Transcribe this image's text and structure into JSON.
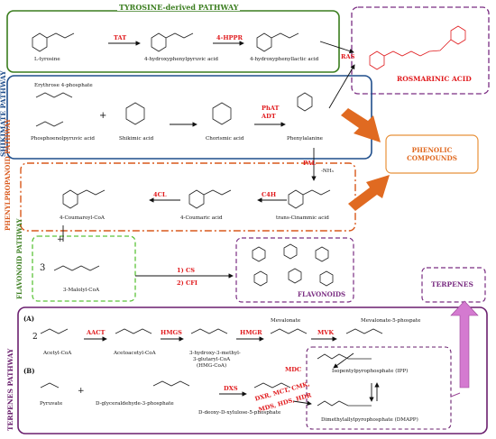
{
  "pathways": {
    "tyrosine": "TYROSINE-derived PATHWAY",
    "shikimate": "SHIKIMATE PATHWAY",
    "phenylpropanoid": "PHENYLPROPANOID PATHWAY",
    "flavonoid": "FLAVONOID PATHWAY",
    "terpenes": "TERPENES PATHWAY"
  },
  "tyrosine": {
    "tyr": "L-tyrosine",
    "hppa": "4-hydroxyphenylpyruvic acid",
    "hpla": "4-hydroxyphenyllactic acid",
    "tat": "TAT",
    "hppr": "4-HPPR"
  },
  "rosmarinic": {
    "label": "ROSMARINIC ACID",
    "ras": "RAS"
  },
  "shikimate": {
    "e4p": "Erythrose 4-phosphate",
    "pep": "Phosphoenolpyruvic acid",
    "plus": "+",
    "shik": "Shikimic acid",
    "chor": "Chorismic acid",
    "phe": "Phenylalanine",
    "phat": "PhAT",
    "adt": "ADT"
  },
  "phenolic": "PHENOLIC COMPOUNDS",
  "phenylpropanoid": {
    "pal": "PAL",
    "nh3": "-NH₃",
    "cin": "trans-Cinammic acid",
    "c4h": "C4H",
    "cou": "4-Coumaric acid",
    "fourcl": "4CL",
    "coa": "4-Coumaroyl-CoA",
    "plus": "+"
  },
  "flavonoid": {
    "three": "3",
    "mal": "3-Malolyl-CoA",
    "cs": "1) CS",
    "cfi": "2) CFI",
    "flav": "FLAVONOIDS"
  },
  "terpenes_box": "TERPENES",
  "terpenes": {
    "a": "(A)",
    "b": "(B)",
    "two": "2",
    "acetyl": "Acetyl-CoA",
    "aacoa": "Acetoacetyl-CoA",
    "hmg1": "3-hydroxy-3-methyl-",
    "hmg2": "3-glutaryl-CoA",
    "hmg3": "(HMG-CoA)",
    "mev": "Mevalonate",
    "mev5p": "Mevalonate-5-phospate",
    "aact": "AACT",
    "hmgs": "HMGS",
    "hmgr": "HMGR",
    "mvk": "MVK",
    "mdc": "MDC",
    "ipp": "Isopentylpyrophosphate (IPP)",
    "dmapp": "Dimethylallylpyrophosphate (DMAPP)",
    "pyr": "Pyruvate",
    "g3p": "D-glyceraldehyde-3-phosphate",
    "plus": "+",
    "dxs": "DXS",
    "dxp": "D-deoxy-D-xylulose-5-phosphate",
    "mep1": "DXR, MCT, CMK,",
    "mep2": "MDS, HDS, HDR"
  },
  "colors": {
    "tyrosine": "#3a7d1e",
    "shikimate": "#1f4e8c",
    "phenylpropanoid": "#d9581b",
    "flavonoid": "#5cc43a",
    "terpenes": "#6a1f6e",
    "rosmarinic": "#7a2d82",
    "enzyme": "#e0191c",
    "arrow_orange": "#e06a21",
    "arrow_purple": "#d47ad0"
  }
}
